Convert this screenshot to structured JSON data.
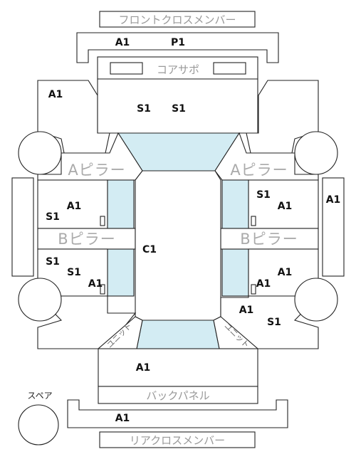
{
  "parts": {
    "front_cross_member": "フロントクロスメンバー",
    "core_support": "コアサポ",
    "a_pillar": "Aピラー",
    "b_pillar": "Bピラー",
    "back_panel": "バックパネル",
    "rear_cross_member": "リアクロスメンバー",
    "spare": "スペア",
    "unit": "ユニット"
  },
  "grades": {
    "front_member_left": "A1",
    "front_member_right": "P1",
    "front_left_fender": "A1",
    "hood_left": "S1",
    "hood_right": "S1",
    "right_outer": "A1",
    "left_front_door_a": "S1",
    "left_front_door_b": "A1",
    "right_front_door_a": "S1",
    "right_front_door_b": "A1",
    "roof": "C1",
    "left_rear_door_a": "S1",
    "left_rear_door_b": "S1",
    "left_rear_door_c": "A1",
    "right_rear_door_a": "A1",
    "right_rear_door_b": "A1",
    "right_rear_fender_a": "A1",
    "right_rear_fender_b": "S1",
    "trunk": "A1",
    "rear_member": "A1"
  }
}
